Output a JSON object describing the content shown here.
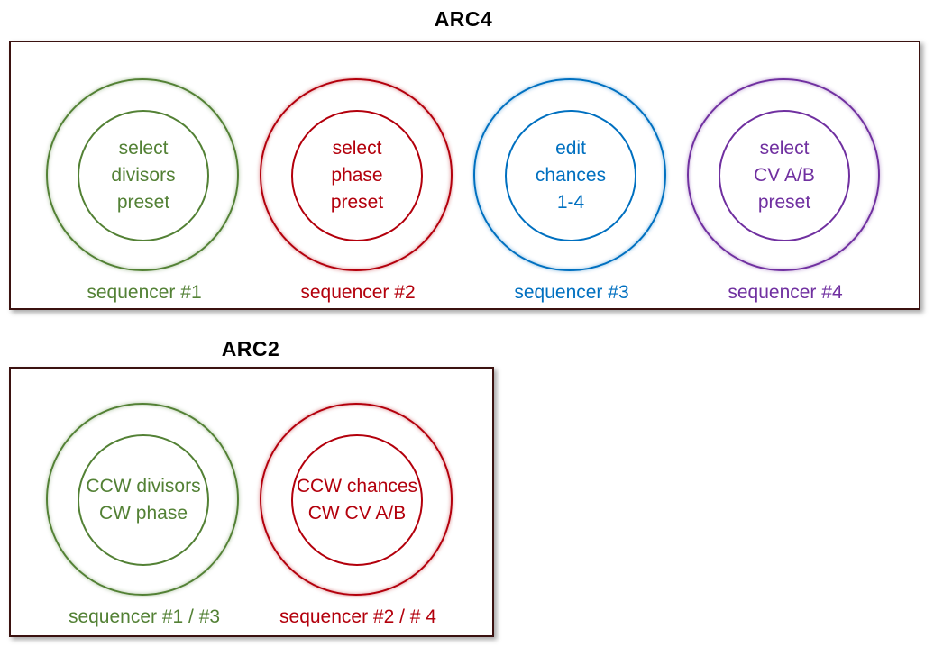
{
  "colors": {
    "green": "#538135",
    "red": "#b3000c",
    "blue": "#0070c0",
    "purple": "#7030a0",
    "frame": "#3b1210"
  },
  "arc4": {
    "title": "ARC4",
    "knobs": [
      {
        "lines": [
          "select",
          "divisors",
          "preset"
        ],
        "label": "sequencer #1",
        "color": "green"
      },
      {
        "lines": [
          "select",
          "phase",
          "preset"
        ],
        "label": "sequencer #2",
        "color": "red"
      },
      {
        "lines": [
          "edit",
          "chances",
          "1-4"
        ],
        "label": "sequencer #3",
        "color": "blue"
      },
      {
        "lines": [
          "select",
          "CV A/B",
          "preset"
        ],
        "label": "sequencer #4",
        "color": "purple"
      }
    ]
  },
  "arc2": {
    "title": "ARC2",
    "knobs": [
      {
        "lines": [
          "CCW divisors",
          "CW phase"
        ],
        "label": "sequencer #1 / #3",
        "color": "green"
      },
      {
        "lines": [
          "CCW chances",
          "CW CV A/B"
        ],
        "label": "sequencer #2 / # 4",
        "color": "red"
      }
    ]
  }
}
